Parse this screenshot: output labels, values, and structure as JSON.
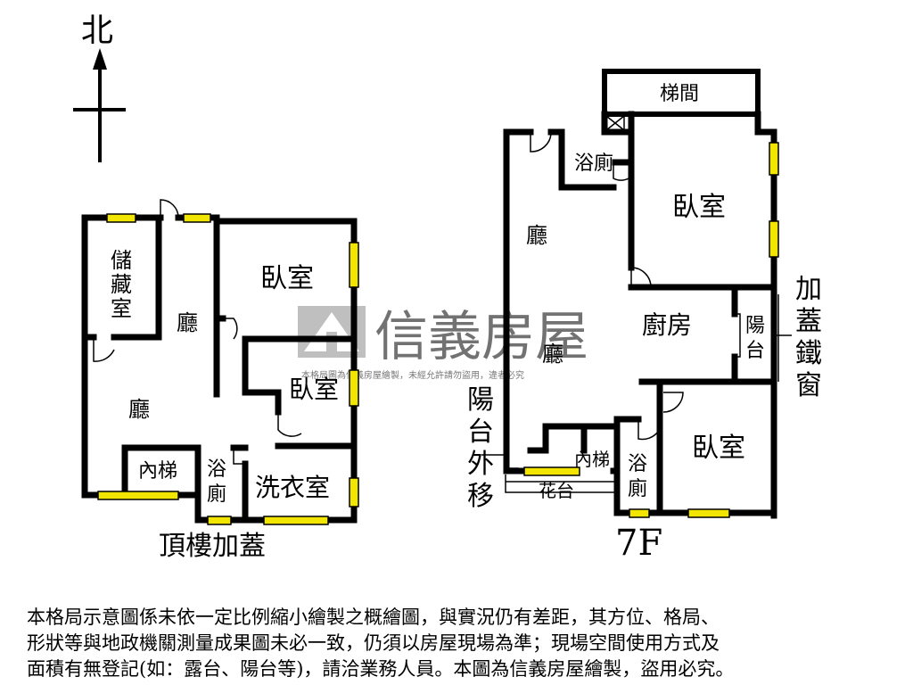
{
  "compass": {
    "north": "北"
  },
  "plans": {
    "roof": {
      "caption": "頂樓加蓋",
      "rooms": {
        "storage_1": "儲",
        "storage_2": "藏",
        "storage_3": "室",
        "living_upper": "廳",
        "living_lower": "廳",
        "bedroom_a": "臥室",
        "bedroom_b": "臥室",
        "inner_stair": "內梯",
        "bath_1": "浴",
        "bath_2": "廁",
        "laundry": "洗衣室"
      }
    },
    "seventh": {
      "caption": "7F",
      "rooms": {
        "stairwell": "梯間",
        "bath_top": "浴廁",
        "bedroom_top": "臥室",
        "living_upper": "廳",
        "living_lower": "廳",
        "kitchen": "廚房",
        "balcony_1": "陽",
        "balcony_2": "台",
        "bedroom_bottom": "臥室",
        "inner_stair": "內梯",
        "planter": "花台",
        "bath_1": "浴",
        "bath_2": "廁"
      },
      "notes": {
        "iron_window": [
          "加",
          "蓋",
          "鐵",
          "窗"
        ],
        "balcony_moved": [
          "陽",
          "台",
          "外",
          "移"
        ]
      }
    }
  },
  "watermark": {
    "brand": "信義房屋",
    "notice": "本格局圖為信義房屋繪製，未經允許請勿盜用，違者必究"
  },
  "disclaimer": {
    "lines": [
      "本格局示意圖係未依一定比例縮小繪製之概繪圖，與實況仍有差距，其方位、格局、",
      "形狀等與地政機關測量成果圖未必一致，仍須以房屋現場為準；現場空間使用方式及",
      "面積有無登記(如：露台、陽台等)，請洽業務人員。本圖為信義房屋繪製，盜用必究。"
    ]
  },
  "colors": {
    "wall": "#000000",
    "window": "#f2e600",
    "watermark": "#9a9a9a",
    "background": "#ffffff"
  }
}
